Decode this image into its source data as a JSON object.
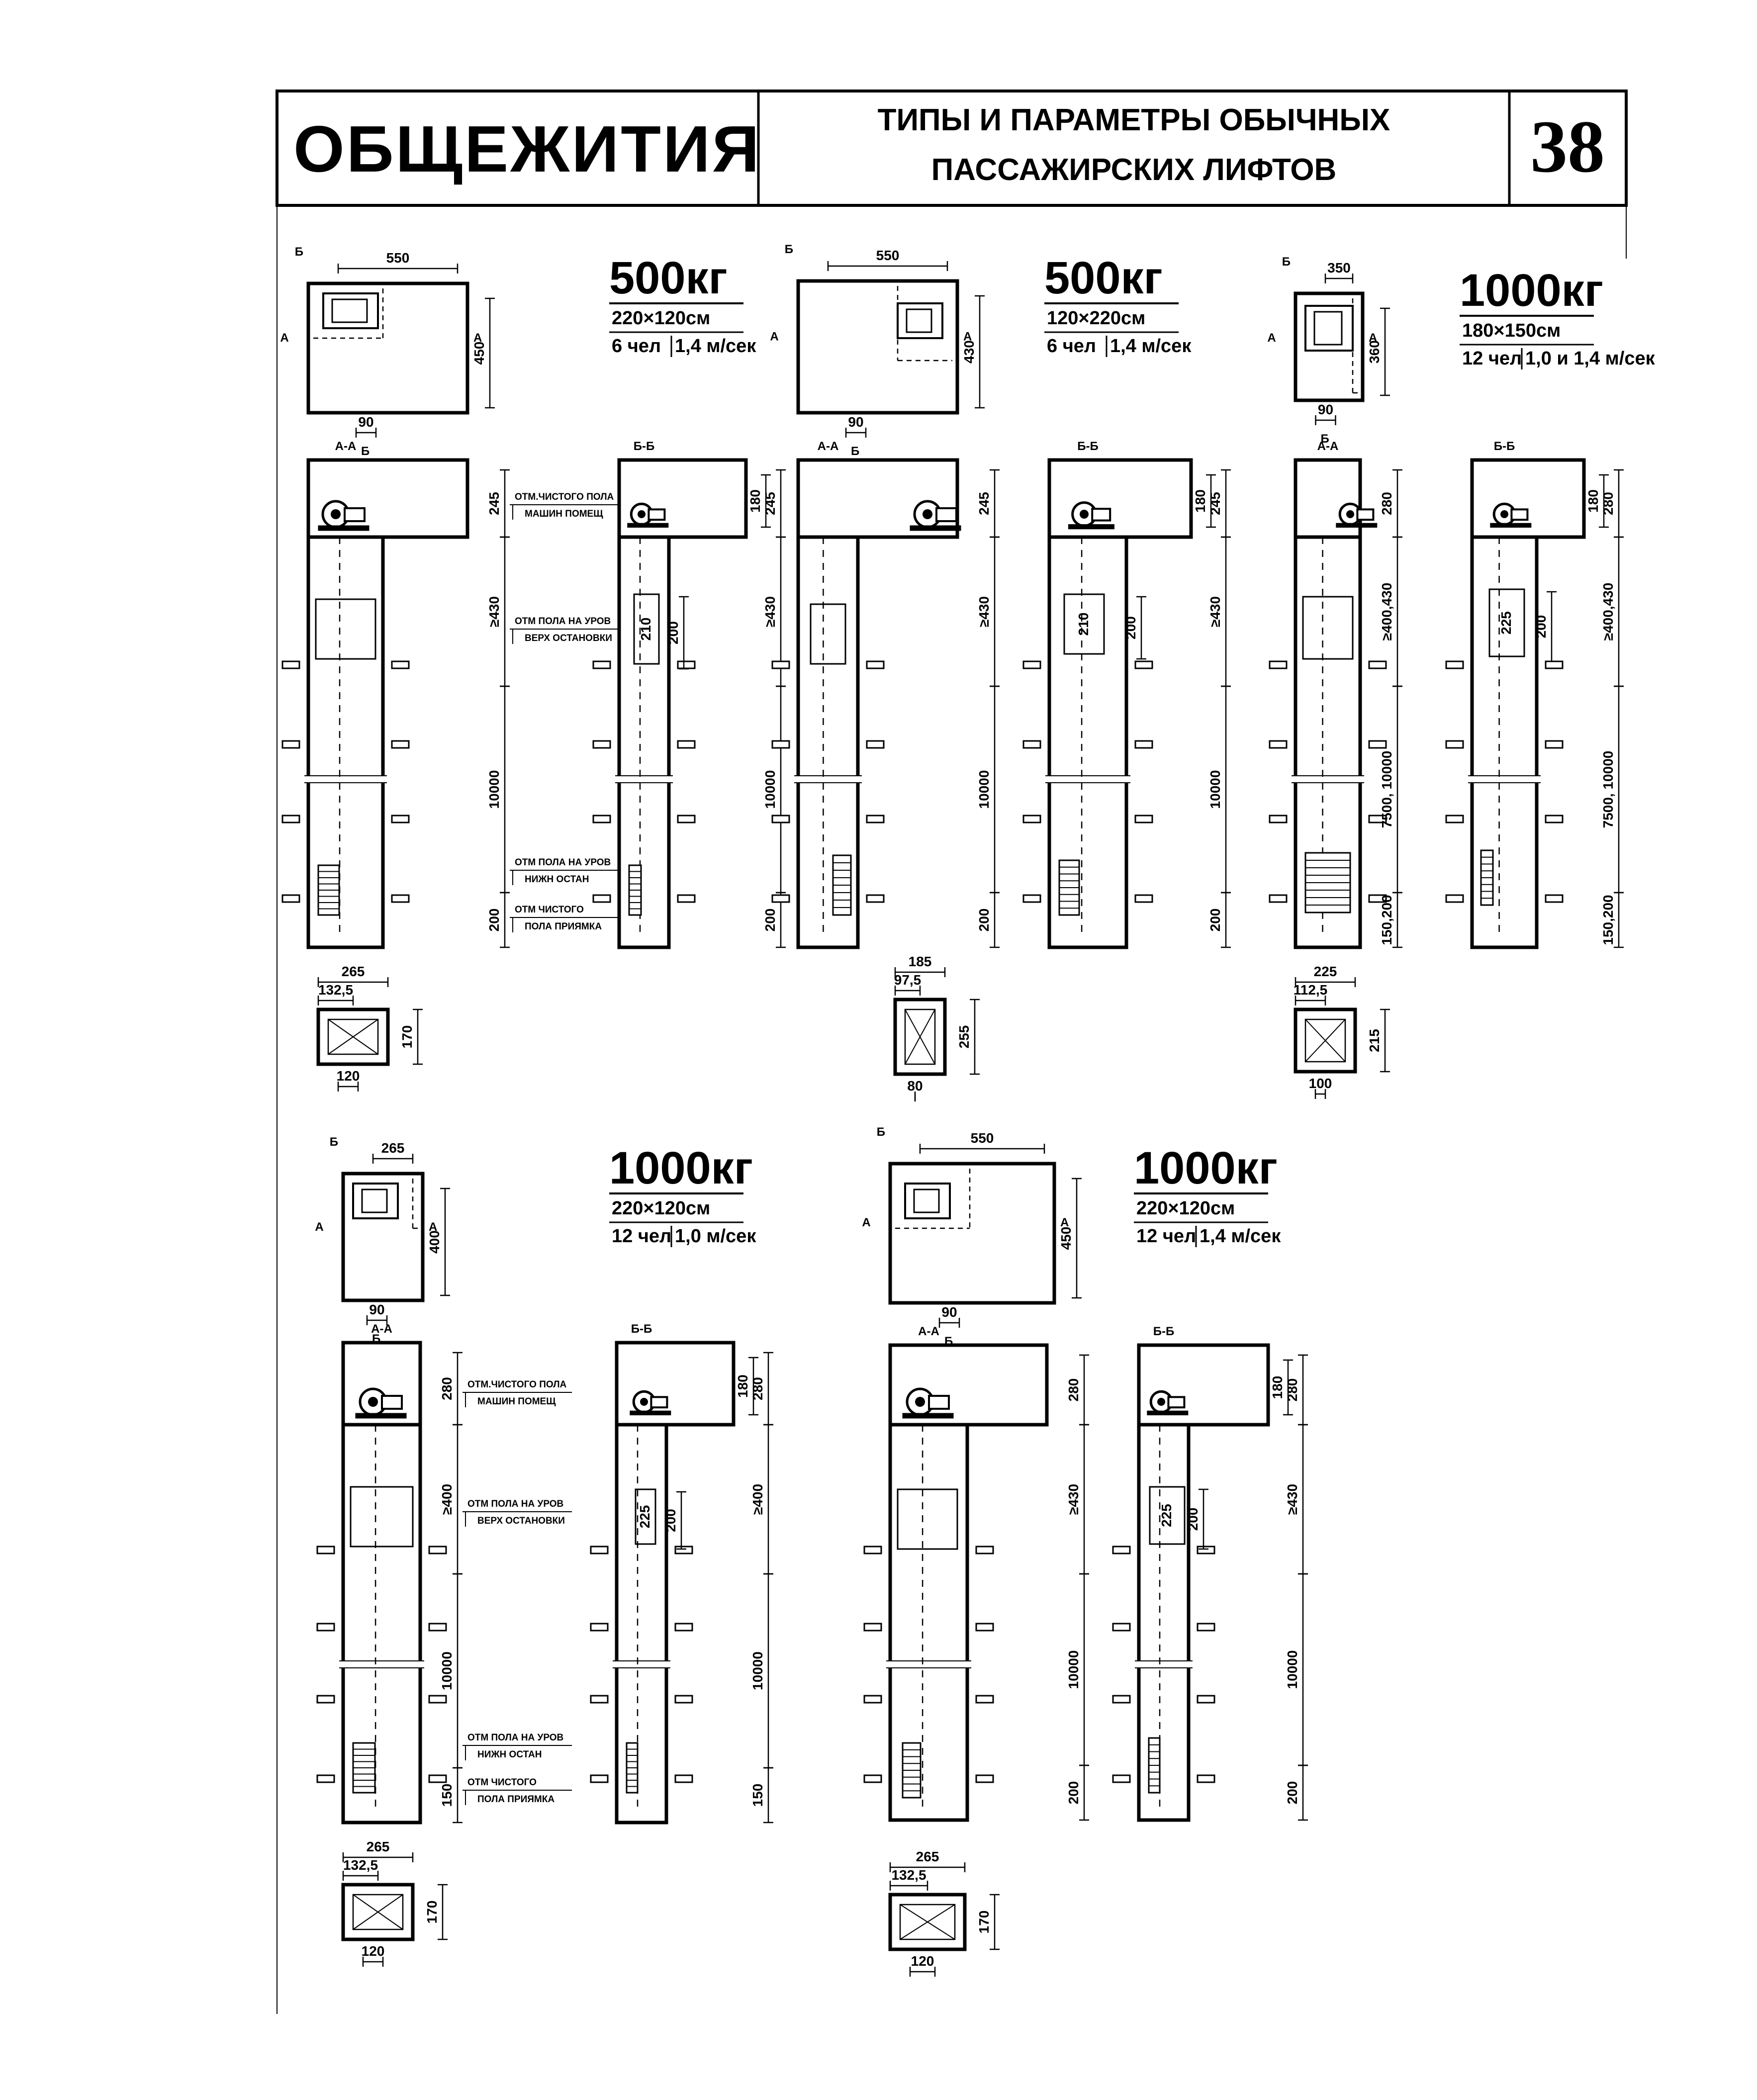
{
  "header": {
    "title": "ОБЩЕЖИТИЯ",
    "subtitle_line1": "ТИПЫ И ПАРАМЕТРЫ ОБЫЧНЫХ",
    "subtitle_line2": "ПАССАЖИРСКИХ ЛИФТОВ",
    "sheet_number": "38"
  },
  "section_labels": {
    "aa": "А-А",
    "bb": "Б-Б",
    "a": "А",
    "b": "Б"
  },
  "level_notes": {
    "machine_room_1": "ОТМ.ЧИСТОГО ПОЛА",
    "machine_room_2": "МАШИН ПОМЕЩ",
    "top_stop_1": "ОТМ ПОЛА НА УРОВ",
    "top_stop_2": "ВЕРХ ОСТАНОВКИ",
    "bottom_stop_1": "ОТМ ПОЛА НА УРОВ",
    "bottom_stop_2": "НИЖН ОСТАН",
    "pit_1": "ОТМ ЧИСТОГО",
    "pit_2": "ПОЛА ПРИЯМКА"
  },
  "lifts": [
    {
      "load": "500кг",
      "size": "220×120см",
      "persons": "6 чел",
      "speed": "1,4 м/сек",
      "plan": {
        "width": "550",
        "depth": "450",
        "door": "90"
      },
      "aa": {
        "h_machine": "245",
        "h_top": "≥430",
        "h_travel": "10000",
        "h_pit": "200"
      },
      "bb": {
        "h_machine_a": "180",
        "h_machine_b": "245",
        "h_top": "≥430",
        "h_travel": "10000",
        "h_pit": "200",
        "cw": "210",
        "door_h": "200"
      },
      "cabin": {
        "width": "265",
        "half": "132,5",
        "depth": "170",
        "door": "120"
      }
    },
    {
      "load": "500кг",
      "size": "120×220см",
      "persons": "6 чел",
      "speed": "1,4 м/сек",
      "plan": {
        "width": "550",
        "depth": "430",
        "door": "90"
      },
      "aa": {
        "h_machine": "245",
        "h_top": "≥430",
        "h_travel": "10000",
        "h_pit": "200"
      },
      "bb": {
        "h_machine_a": "180",
        "h_machine_b": "245",
        "h_top": "≥430",
        "h_travel": "10000",
        "h_pit": "200",
        "cw": "210",
        "door_h": "200"
      },
      "cabin": {
        "width": "185",
        "half": "97,5",
        "depth": "255",
        "door": "80"
      }
    },
    {
      "load": "1000кг",
      "size": "180×150см",
      "persons": "12 чел",
      "speed": "1,0 и 1,4 м/сек",
      "plan": {
        "width": "350",
        "depth": "360",
        "door": "90"
      },
      "aa": {
        "h_machine": "280",
        "h_top": "≥400,430",
        "h_travel": "7500, 10000",
        "h_pit": "150,200"
      },
      "bb": {
        "h_machine_a": "180",
        "h_machine_b": "280",
        "h_top": "≥400,430",
        "h_travel": "7500, 10000",
        "h_pit": "150,200",
        "cw": "225",
        "door_h": "200"
      },
      "cabin": {
        "width": "225",
        "half": "112,5",
        "depth": "215",
        "door": "100"
      }
    },
    {
      "load": "1000кг",
      "size": "220×120см",
      "persons": "12 чел",
      "speed": "1,0 м/сек",
      "plan": {
        "width": "265",
        "depth": "400",
        "door": "90"
      },
      "aa": {
        "h_machine": "280",
        "h_top": "≥400",
        "h_travel": "10000",
        "h_pit": "150"
      },
      "bb": {
        "h_machine_a": "180",
        "h_machine_b": "280",
        "h_top": "≥400",
        "h_travel": "10000",
        "h_pit": "150",
        "cw": "225",
        "door_h": "200"
      },
      "cabin": {
        "width": "265",
        "half": "132,5",
        "depth": "170",
        "door": "120"
      }
    },
    {
      "load": "1000кг",
      "size": "220×120см",
      "persons": "12 чел",
      "speed": "1,4 м/сек",
      "plan": {
        "width": "550",
        "depth": "450",
        "door": "90"
      },
      "aa": {
        "h_machine": "280",
        "h_top": "≥430",
        "h_travel": "10000",
        "h_pit": "200"
      },
      "bb": {
        "h_machine_a": "180",
        "h_machine_b": "280",
        "h_top": "≥430",
        "h_travel": "10000",
        "h_pit": "200",
        "cw": "225",
        "door_h": "200"
      },
      "cabin": {
        "width": "265",
        "half": "132,5",
        "depth": "170",
        "door": "120"
      }
    }
  ]
}
